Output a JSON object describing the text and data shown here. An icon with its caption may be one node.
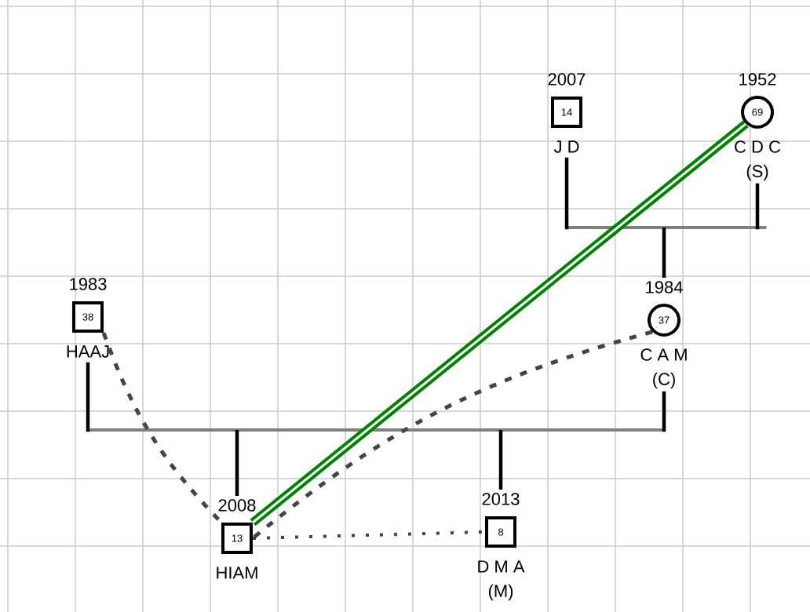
{
  "diagram": {
    "nodes": [
      {
        "text": [
          "14"
        ],
        "beside": [
          "2007",
          "J D"
        ]
      },
      {
        "text": [
          "69"
        ],
        "beside": [
          "1952",
          "C D C",
          "(S)"
        ]
      },
      {
        "text": [],
        "shape": "bar"
      },
      {
        "text": [
          "38"
        ],
        "beside": [
          "1983",
          "HAAJ"
        ]
      },
      {
        "text": [
          "37"
        ],
        "beside": [
          "1984",
          "C A M",
          "(C)"
        ]
      },
      {
        "text": [],
        "shape": "bar"
      },
      {
        "text": [
          "13"
        ],
        "beside": [
          "2008",
          "HIAM"
        ]
      },
      {
        "text": [
          "8"
        ],
        "beside": [
          "2013",
          "D M A",
          "(M)"
        ]
      }
    ],
    "edges": [
      {
        "from": 0,
        "to": 2,
        "arrow": "none"
      },
      {
        "from": 1,
        "to": 2,
        "arrow": "none"
      },
      {
        "from": 2,
        "to": 4,
        "arrow": "none"
      },
      {
        "from": 3,
        "to": 5,
        "arrow": "none"
      },
      {
        "from": 4,
        "to": 5,
        "arrow": "none"
      },
      {
        "from": 5,
        "to": 6,
        "arrow": "none"
      },
      {
        "from": 5,
        "to": 7,
        "arrow": "none"
      },
      {
        "from": 3,
        "to": 6,
        "arrow": "none",
        "style": "dashed",
        "color": "#444444"
      },
      {
        "from": 4,
        "to": 6,
        "arrow": "none",
        "style": "dashed",
        "color": "#444444"
      },
      {
        "from": 6,
        "to": 7,
        "arrow": "none",
        "style": "dashed",
        "color": "#444444"
      },
      {
        "from": 6,
        "to": 1,
        "arrow": "none",
        "style": "thick",
        "color": "#008000"
      }
    ]
  }
}
